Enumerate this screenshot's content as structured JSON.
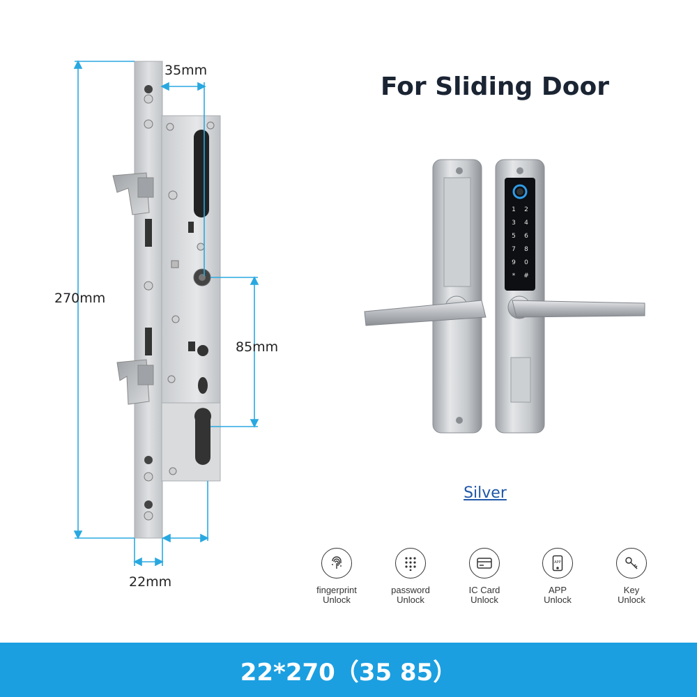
{
  "title": "For Sliding Door",
  "dimensions": {
    "width_35": "35mm",
    "height_270": "270mm",
    "spacing_85": "85mm",
    "faceplate_22": "22mm"
  },
  "color_option": "Silver",
  "features": [
    {
      "icon": "fingerprint-icon",
      "line1": "fingerprint",
      "line2": "Unlock"
    },
    {
      "icon": "keypad-icon",
      "line1": "password",
      "line2": "Unlock"
    },
    {
      "icon": "card-icon",
      "line1": "IC Card",
      "line2": "Unlock"
    },
    {
      "icon": "phone-app-icon",
      "line1": "APP",
      "line2": "Unlock"
    },
    {
      "icon": "key-icon",
      "line1": "Key",
      "line2": "Unlock"
    }
  ],
  "keypad_keys": [
    "1",
    "2",
    "3",
    "4",
    "5",
    "6",
    "7",
    "8",
    "9",
    "0",
    "*",
    "0",
    "#"
  ],
  "bottom_banner": "22*270（35  85）",
  "colors": {
    "accent_blue": "#1b9fe0",
    "dimension_line": "#29a8e0",
    "title_text": "#1a2433",
    "link_text": "#1f57a8"
  }
}
